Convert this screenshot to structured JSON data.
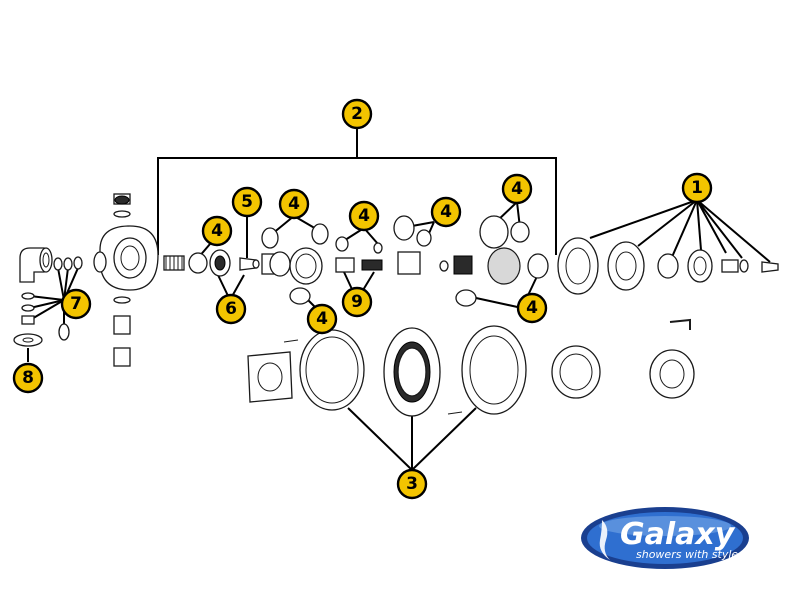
{
  "callouts": [
    {
      "id": "c1",
      "label": "1"
    },
    {
      "id": "c2",
      "label": "2"
    },
    {
      "id": "c3",
      "label": "3"
    },
    {
      "id": "c4a",
      "label": "4"
    },
    {
      "id": "c4b",
      "label": "4"
    },
    {
      "id": "c4c",
      "label": "4"
    },
    {
      "id": "c4d",
      "label": "4"
    },
    {
      "id": "c4e",
      "label": "4"
    },
    {
      "id": "c4f",
      "label": "4"
    },
    {
      "id": "c4g",
      "label": "4"
    },
    {
      "id": "c5",
      "label": "5"
    },
    {
      "id": "c6",
      "label": "6"
    },
    {
      "id": "c7",
      "label": "7"
    },
    {
      "id": "c8",
      "label": "8"
    },
    {
      "id": "c9",
      "label": "9"
    }
  ],
  "logo": {
    "brand": "Galaxy",
    "tagline": "showers with style",
    "colors": {
      "outer": "#1a3f8f",
      "inner": "#2f6fd0",
      "highlight": "#8fb8ee"
    }
  },
  "colors": {
    "callout_fill": "#f3c400",
    "line": "#000000"
  }
}
